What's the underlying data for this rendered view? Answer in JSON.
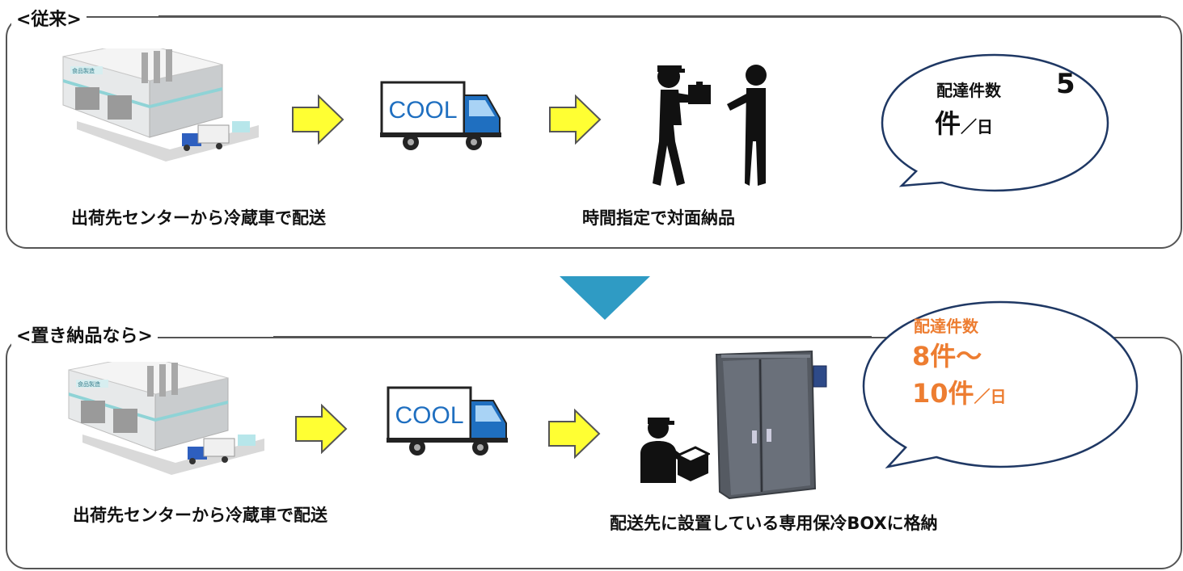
{
  "colors": {
    "accent_orange": "#ed7d31",
    "arrow_yellow": "#ffff33",
    "arrow_outline": "#555555",
    "down_triangle": "#2f9bc4",
    "bubble_outline": "#1f3864",
    "truck_blue": "#1f6fc0"
  },
  "section_top": {
    "title": "<従来>",
    "caption_left": "出荷先センターから冷蔵車で配送",
    "caption_mid": "時間指定で対面納品",
    "truck_label": "COOL",
    "warehouse_sign": "食品製造",
    "bubble": {
      "label": "配達件数",
      "count": "5",
      "unit_main": "件",
      "unit_suffix": "／日"
    }
  },
  "section_bottom": {
    "title": "<置き納品なら>",
    "caption_left": "出荷先センターから冷蔵車で配送",
    "caption_right": "配送先に設置している専用保冷BOXに格納",
    "truck_label": "COOL",
    "warehouse_sign": "食品製造",
    "bubble": {
      "label": "配達件数",
      "line1": "8件～",
      "line2_main": "10件",
      "line2_suffix": "／日"
    }
  },
  "icons": [
    "warehouse-icon",
    "arrow-right-icon",
    "cool-truck-icon",
    "delivery-handover-icon",
    "delivery-person-icon",
    "cold-storage-box-icon",
    "down-triangle-icon",
    "speech-bubble-icon"
  ]
}
